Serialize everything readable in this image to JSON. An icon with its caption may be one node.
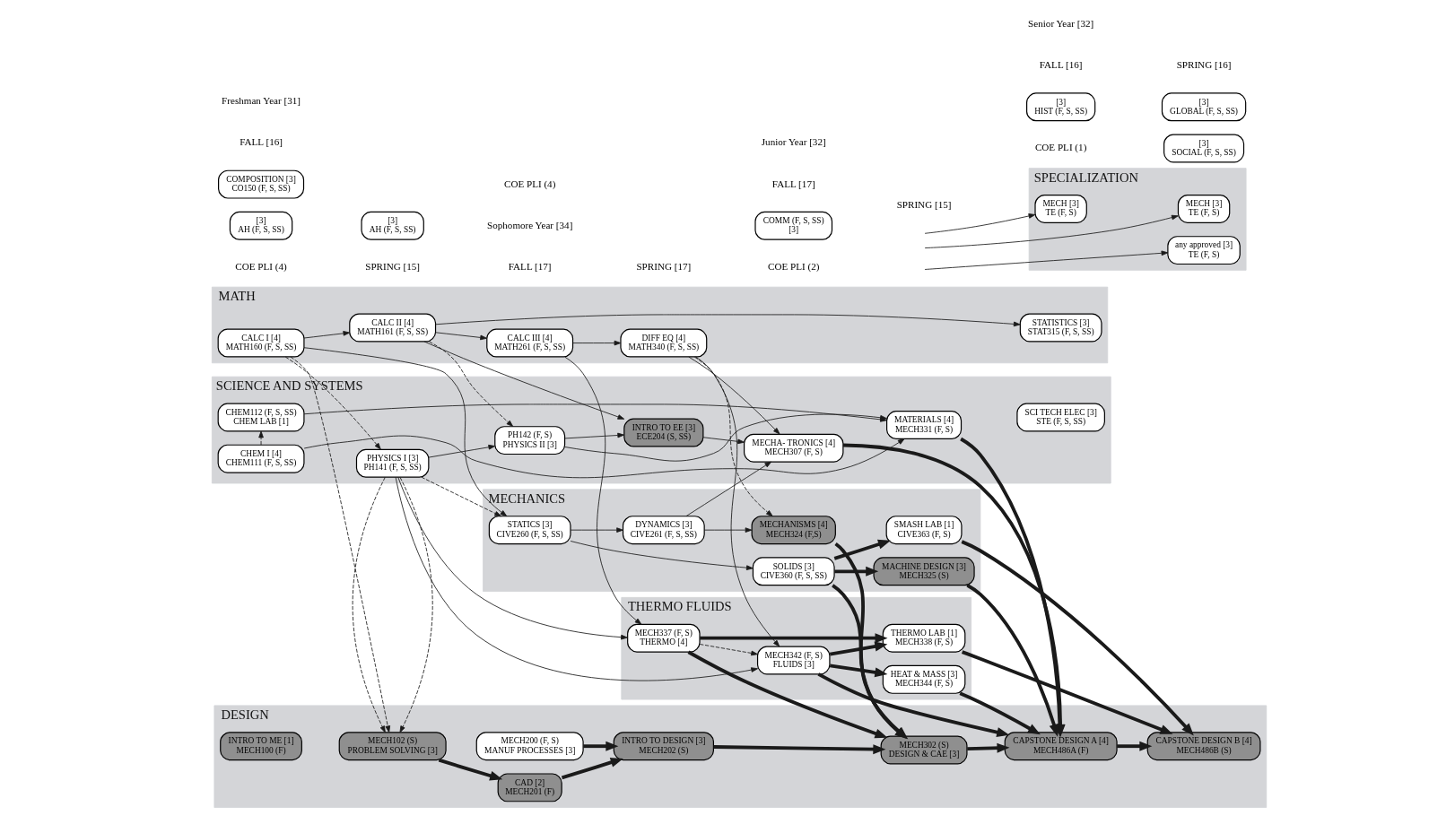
{
  "diagram": {
    "nodes": [
      {
        "text": [
          "MATH"
        ]
      },
      {
        "text": [
          "CALC I [4]",
          "MATH160 (F, S, SS)"
        ],
        "in": 0
      },
      {
        "text": [
          "CALC II [4]",
          "MATH161 (F, S, SS)"
        ],
        "in": 0
      },
      {
        "text": [
          "CALC III [4]",
          "MATH261 (F, S, SS)"
        ],
        "in": 0
      },
      {
        "text": [
          "DIFF EQ [4]",
          "MATH340 (F, S, SS)"
        ],
        "in": 0
      },
      {
        "text": [
          "STATISTICS [3]",
          "STAT315 (F, S, SS)"
        ],
        "in": 0
      },
      {
        "text": [
          "SCIENCE AND SYSTEMS"
        ]
      },
      {
        "text": [
          "CHEM I [4]",
          "CHEM111 (F, S, SS)"
        ],
        "in": 6
      },
      {
        "text": [
          "CHEM112 (F, S, SS)",
          "CHEM LAB [1]"
        ],
        "in": 6
      },
      {
        "text": [
          "PHYSICS I [3]",
          "PH141 (F, S, SS)"
        ],
        "in": 6
      },
      {
        "text": [
          "PH142 (F, S)",
          "PHYSICS II [3]"
        ],
        "in": 6
      },
      {
        "text": [
          "INTRO TO EE [3]",
          "ECE204 (S, SS)"
        ],
        "in": 6
      },
      {
        "text": [
          "MECHA- TRONICS [4]",
          "MECH307 (F, S)"
        ],
        "in": 6
      },
      {
        "text": [
          "MATERIALS [4]",
          "MECH331 (F, S)"
        ],
        "in": 6
      },
      {
        "text": [
          "SCI TECH ELEC [3]",
          "STE (F, S, SS)"
        ],
        "in": 6
      },
      {
        "text": [
          "MECHANICS"
        ]
      },
      {
        "text": [
          "STATICS [3]",
          "CIVE260 (F, S, SS)"
        ],
        "in": 15
      },
      {
        "text": [
          "DYNAMICS [3]",
          "CIVE261 (F, S, SS)"
        ],
        "in": 15
      },
      {
        "text": [
          "SOLIDS [3]",
          "CIVE360 (F, S, SS)"
        ],
        "in": 15
      },
      {
        "text": [
          "MECHANISMS [4]",
          "MECH324 (F,S)"
        ],
        "in": 15
      },
      {
        "text": [
          "MACHINE DESIGN [3]",
          "MECH325 (S)"
        ],
        "in": 15
      },
      {
        "text": [
          "SMASH LAB [1]",
          "CIVE363 (F, S)"
        ],
        "in": 15
      },
      {
        "text": [
          "SPECIALIZATION"
        ]
      },
      {
        "text": [
          "MECH [3]",
          "TE (F, S)"
        ],
        "in": 22
      },
      {
        "text": [
          "MECH [3]",
          "TE (F, S)"
        ],
        "in": 22
      },
      {
        "text": [
          "any approved [3]",
          "TE (F, S)"
        ],
        "in": 22
      },
      {
        "text": [
          "DESIGN"
        ]
      },
      {
        "text": [
          "INTRO TO ME [1]",
          "MECH100 (F)"
        ],
        "in": 26
      },
      {
        "text": [
          "MECH102 (S)",
          "PROBLEM SOLVING [3]"
        ],
        "in": 26
      },
      {
        "text": [
          "CAD [2]",
          "MECH201 (F)"
        ],
        "in": 26
      },
      {
        "text": [
          "INTRO TO DESIGN [3]",
          "MECH202 (S)"
        ],
        "in": 26
      },
      {
        "text": [
          "MECH302 (S)",
          "DESIGN & CAE [3]"
        ],
        "in": 26
      },
      {
        "text": [
          "CAPSTONE DESIGN A [4]",
          "MECH486A (F)"
        ],
        "in": 26
      },
      {
        "text": [
          "CAPSTONE DESIGN B [4]",
          "MECH486B (S)"
        ],
        "in": 26
      },
      {
        "text": [
          "MECH200 (F, S)",
          "MANUF PROCESSES [3]"
        ],
        "in": 26
      },
      {
        "text": [
          "THERMO FLUIDS"
        ]
      },
      {
        "text": [
          "MECH337 (F, S)",
          "THERMO [4]"
        ],
        "in": 35
      },
      {
        "text": [
          "MECH342 (F, S)",
          "FLUIDS [3]"
        ],
        "in": 35
      },
      {
        "text": [
          "HEAT & MASS [3]",
          "MECH344 (F, S)"
        ],
        "in": 35
      },
      {
        "text": [
          "THERMO LAB [1]",
          "MECH338 (F, S)"
        ],
        "in": 35
      },
      {
        "text": [
          "COMPOSITION [3]",
          "CO150 (F, S, SS)"
        ]
      },
      {
        "text": [
          "[3]",
          "AH (F, S, SS)"
        ]
      },
      {
        "text": [
          "[3]",
          "AH (F, S, SS)"
        ]
      },
      {
        "text": [
          "COMM (F, S, SS)",
          "[3]"
        ]
      },
      {
        "text": [
          "[3]",
          "HIST (F, S, SS)"
        ]
      },
      {
        "text": [
          "[3]",
          "GLOBAL (F, S, SS)"
        ]
      },
      {
        "text": [
          "[3]",
          "SOCIAL (F, S, SS)"
        ]
      }
    ],
    "edges": [
      {
        "from": 1,
        "to": 2,
        "arrow": "to"
      },
      {
        "from": 1,
        "to": 16,
        "arrow": "to"
      },
      {
        "from": 1,
        "to": 9,
        "arrow": "to",
        "style": "dashed"
      },
      {
        "from": 1,
        "to": 28,
        "arrow": "to",
        "style": "dashed"
      },
      {
        "from": 2,
        "to": 3,
        "arrow": "to"
      },
      {
        "from": 2,
        "to": 5,
        "arrow": "to"
      },
      {
        "from": 2,
        "to": 10,
        "arrow": "to",
        "style": "dashed"
      },
      {
        "from": 2,
        "to": 11,
        "arrow": "to"
      },
      {
        "from": 3,
        "to": 4,
        "arrow": "to"
      },
      {
        "from": 3,
        "to": 36,
        "arrow": "to"
      },
      {
        "from": 4,
        "to": 19,
        "arrow": "to",
        "style": "dashed"
      },
      {
        "from": 4,
        "to": 12,
        "arrow": "to"
      },
      {
        "from": 4,
        "to": 37,
        "arrow": "to"
      },
      {
        "from": 7,
        "to": 8,
        "arrow": "to",
        "style": "dashed"
      },
      {
        "from": 7,
        "to": 13,
        "arrow": "to"
      },
      {
        "from": 8,
        "to": 13,
        "arrow": "to"
      },
      {
        "from": 9,
        "to": 16,
        "arrow": "to",
        "style": "dashed"
      },
      {
        "from": 9,
        "to": 10,
        "arrow": "to"
      },
      {
        "from": 9,
        "to": 28,
        "arrow": "to",
        "style": "dashed"
      },
      {
        "from": 9,
        "to": 36,
        "arrow": "to"
      },
      {
        "from": 9,
        "to": 37,
        "arrow": "to"
      },
      {
        "from": 10,
        "to": 11,
        "arrow": "to"
      },
      {
        "from": 10,
        "to": 13,
        "arrow": "to"
      },
      {
        "from": 11,
        "to": 12,
        "arrow": "to"
      },
      {
        "from": 16,
        "to": 17,
        "arrow": "to"
      },
      {
        "from": 16,
        "to": 18,
        "arrow": "to"
      },
      {
        "from": 17,
        "to": 19,
        "arrow": "to"
      },
      {
        "from": 17,
        "to": 12,
        "arrow": "to"
      },
      {
        "from": 18,
        "to": 20,
        "arrow": "to",
        "style": "thick"
      },
      {
        "from": 18,
        "to": 21,
        "arrow": "to",
        "style": "thick"
      },
      {
        "from": 18,
        "to": 31,
        "arrow": "to",
        "style": "thick"
      },
      {
        "from": 19,
        "to": 31,
        "arrow": "to",
        "style": "thick"
      },
      {
        "from": 20,
        "to": 32,
        "arrow": "to",
        "style": "thick"
      },
      {
        "from": 21,
        "to": 33,
        "arrow": "to",
        "style": "thick"
      },
      {
        "from": 12,
        "to": 32,
        "arrow": "to",
        "style": "thick"
      },
      {
        "from": 13,
        "to": 32,
        "arrow": "to",
        "style": "thick"
      },
      {
        "from": null,
        "to": 23,
        "arrow": "to"
      },
      {
        "from": null,
        "to": 24,
        "arrow": "to"
      },
      {
        "from": null,
        "to": 25,
        "arrow": "to"
      },
      {
        "from": 28,
        "to": 29,
        "arrow": "to",
        "style": "thick"
      },
      {
        "from": 29,
        "to": 30,
        "arrow": "to",
        "style": "thick"
      },
      {
        "from": 30,
        "to": 31,
        "arrow": "to",
        "style": "thick"
      },
      {
        "from": 34,
        "to": 30,
        "arrow": "to",
        "style": "thick"
      },
      {
        "from": 31,
        "to": 32,
        "arrow": "to",
        "style": "thick"
      },
      {
        "from": 32,
        "to": 33,
        "arrow": "to",
        "style": "thick"
      },
      {
        "from": 36,
        "to": 37,
        "arrow": "to",
        "style": "dashed"
      },
      {
        "from": 36,
        "to": 31,
        "arrow": "to",
        "style": "thick"
      },
      {
        "from": 36,
        "to": 39,
        "arrow": "to",
        "style": "thick"
      },
      {
        "from": 37,
        "to": 38,
        "arrow": "to",
        "style": "thick"
      },
      {
        "from": 37,
        "to": 39,
        "arrow": "to",
        "style": "thick"
      },
      {
        "from": 37,
        "to": 32,
        "arrow": "to",
        "style": "thick"
      },
      {
        "from": 38,
        "to": 32,
        "arrow": "to",
        "style": "thick"
      },
      {
        "from": 39,
        "to": 33,
        "arrow": "to",
        "style": "thick"
      }
    ],
    "labels": [
      "Freshman Year [31]",
      "Sophomore Year [34]",
      "Junior Year [32]",
      "Senior Year [32]",
      "FALL [16]",
      "SPRING [15]",
      "FALL [17]",
      "SPRING [17]",
      "FALL [17]",
      "SPRING [15]",
      "FALL [16]",
      "SPRING [16]",
      "COE PLI (4)",
      "COE PLI (4)",
      "COE PLI (2)",
      "COE PLI (1)"
    ]
  }
}
